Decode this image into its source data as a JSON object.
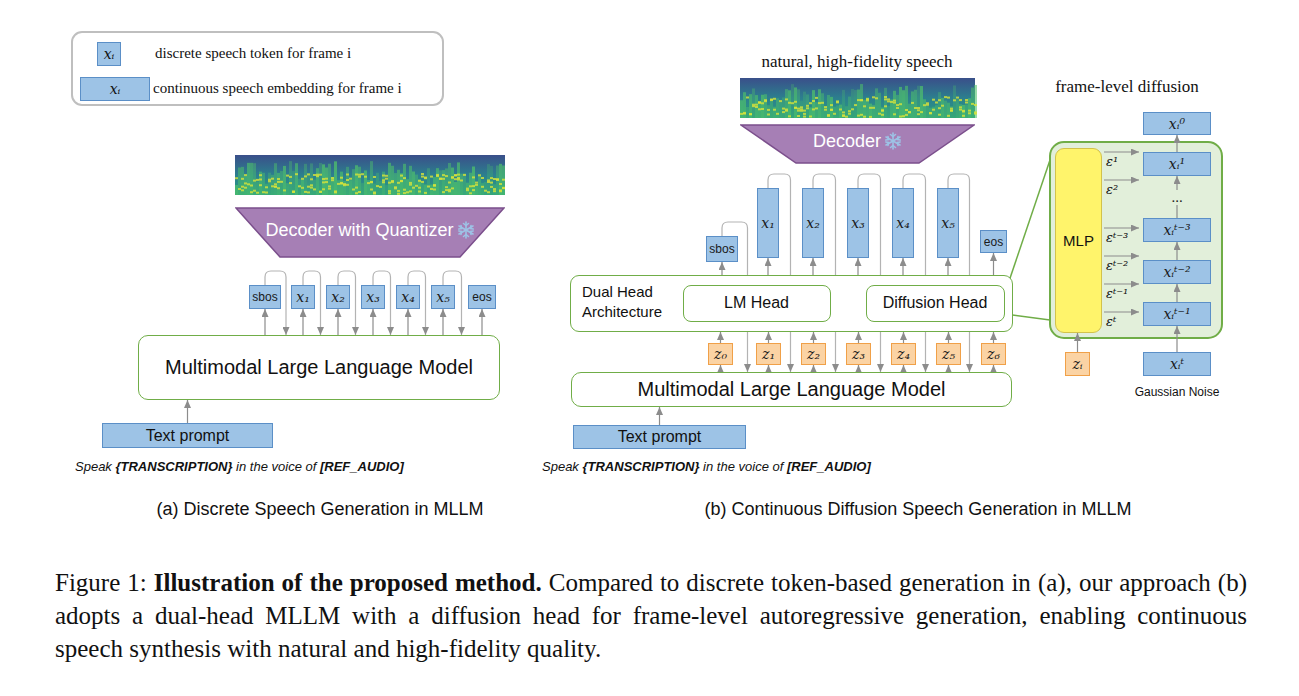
{
  "diagram": {
    "caption": "Figure 1: Illustration of the proposed method. Compared to discrete token-based generation in (a), our approach (b) adopts a dual-head MLLM with a diffusion head for frame-level autoregressive generation, enabling continuous speech synthesis with natural and high-fidelity quality.",
    "nodes": [
      {
        "text": [
          "Decoder with Quantizer"
        ]
      },
      {
        "text": [
          "sbos"
        ]
      },
      {
        "text": [
          "x₁"
        ]
      },
      {
        "text": [
          "x₂"
        ]
      },
      {
        "text": [
          "x₃"
        ]
      },
      {
        "text": [
          "x₄"
        ]
      },
      {
        "text": [
          "x₅"
        ]
      },
      {
        "text": [
          "eos"
        ]
      },
      {
        "text": [
          "Multimodal Large Language Model"
        ]
      },
      {
        "text": [
          "Text prompt"
        ]
      },
      {
        "text": [
          "Decoder"
        ]
      },
      {
        "text": [
          "sbos"
        ]
      },
      {
        "text": [
          "x₁"
        ]
      },
      {
        "text": [
          "x₂"
        ]
      },
      {
        "text": [
          "x₃"
        ]
      },
      {
        "text": [
          "x₄"
        ]
      },
      {
        "text": [
          "x₅"
        ]
      },
      {
        "text": [
          "eos"
        ]
      },
      {
        "text": [
          "Dual Head Architecture"
        ]
      },
      {
        "text": [
          "LM Head"
        ],
        "in": 18
      },
      {
        "text": [
          "Diffusion Head"
        ],
        "in": 18
      },
      {
        "text": [
          "z₀"
        ]
      },
      {
        "text": [
          "z₁"
        ]
      },
      {
        "text": [
          "z₂"
        ]
      },
      {
        "text": [
          "z₃"
        ]
      },
      {
        "text": [
          "z₄"
        ]
      },
      {
        "text": [
          "z₅"
        ]
      },
      {
        "text": [
          "z₆"
        ]
      },
      {
        "text": [
          "Multimodal Large Language Model"
        ]
      },
      {
        "text": [
          "Text prompt"
        ]
      },
      {
        "text": [
          "xᵢ⁰"
        ]
      },
      {
        "text": [
          "xᵢ¹"
        ]
      },
      {
        "text": [
          "xᵢᵗ⁻³"
        ]
      },
      {
        "text": [
          "xᵢᵗ⁻²"
        ]
      },
      {
        "text": [
          "xᵢᵗ⁻¹"
        ]
      },
      {
        "text": [
          "xᵢᵗ"
        ]
      },
      {
        "text": [
          "MLP"
        ]
      },
      {
        "text": [
          "zᵢ"
        ]
      }
    ],
    "edges": [
      {
        "from": 9,
        "to": 8,
        "arrow": "to"
      },
      {
        "from": 8,
        "to": 1,
        "arrow": "to"
      },
      {
        "from": 8,
        "to": 2,
        "arrow": "to"
      },
      {
        "from": 8,
        "to": 3,
        "arrow": "to"
      },
      {
        "from": 8,
        "to": 4,
        "arrow": "to"
      },
      {
        "from": 8,
        "to": 5,
        "arrow": "to"
      },
      {
        "from": 8,
        "to": 6,
        "arrow": "to"
      },
      {
        "from": 8,
        "to": 7,
        "arrow": "to"
      },
      {
        "from": 1,
        "to": 8,
        "arrow": "to"
      },
      {
        "from": 2,
        "to": 8,
        "arrow": "to"
      },
      {
        "from": 3,
        "to": 8,
        "arrow": "to"
      },
      {
        "from": 4,
        "to": 8,
        "arrow": "to"
      },
      {
        "from": 5,
        "to": 8,
        "arrow": "to"
      },
      {
        "from": 6,
        "to": 8,
        "arrow": "to"
      },
      {
        "from": 29,
        "to": 28,
        "arrow": "to"
      },
      {
        "from": 28,
        "to": 21,
        "arrow": "to"
      },
      {
        "from": 28,
        "to": 22,
        "arrow": "to"
      },
      {
        "from": 28,
        "to": 23,
        "arrow": "to"
      },
      {
        "from": 28,
        "to": 24,
        "arrow": "to"
      },
      {
        "from": 28,
        "to": 25,
        "arrow": "to"
      },
      {
        "from": 28,
        "to": 26,
        "arrow": "to"
      },
      {
        "from": 28,
        "to": 27,
        "arrow": "to"
      },
      {
        "from": 21,
        "to": 18,
        "arrow": "to"
      },
      {
        "from": 22,
        "to": 18,
        "arrow": "to"
      },
      {
        "from": 23,
        "to": 18,
        "arrow": "to"
      },
      {
        "from": 24,
        "to": 18,
        "arrow": "to"
      },
      {
        "from": 25,
        "to": 18,
        "arrow": "to"
      },
      {
        "from": 26,
        "to": 18,
        "arrow": "to"
      },
      {
        "from": 27,
        "to": 18,
        "arrow": "to"
      },
      {
        "from": 18,
        "to": 11,
        "arrow": "to"
      },
      {
        "from": 18,
        "to": 12,
        "arrow": "to"
      },
      {
        "from": 18,
        "to": 13,
        "arrow": "to"
      },
      {
        "from": 18,
        "to": 14,
        "arrow": "to"
      },
      {
        "from": 18,
        "to": 15,
        "arrow": "to"
      },
      {
        "from": 18,
        "to": 16,
        "arrow": "to"
      },
      {
        "from": 18,
        "to": 17,
        "arrow": "to"
      },
      {
        "from": 11,
        "to": 28,
        "arrow": "to"
      },
      {
        "from": 12,
        "to": 28,
        "arrow": "to"
      },
      {
        "from": 13,
        "to": 28,
        "arrow": "to"
      },
      {
        "from": 14,
        "to": 28,
        "arrow": "to"
      },
      {
        "from": 15,
        "to": 28,
        "arrow": "to"
      },
      {
        "from": 16,
        "to": 28,
        "arrow": "to"
      },
      {
        "from": 37,
        "to": 36,
        "arrow": "to"
      },
      {
        "from": 35,
        "to": 34,
        "arrow": "to"
      },
      {
        "from": 34,
        "to": 33,
        "arrow": "to"
      },
      {
        "from": 33,
        "to": 32,
        "arrow": "to"
      },
      {
        "from": 32,
        "to": 31,
        "arrow": "to",
        "label": "..."
      },
      {
        "from": 31,
        "to": 30,
        "arrow": "to"
      }
    ],
    "labels": [
      "xᵢ",
      "xᵢ",
      "Speak {TRANSCRIPTION} in the voice of [REF_AUDIO]",
      "(a) Discrete Speech Generation in MLLM",
      "natural, high-fidelity speech",
      "frame-level diffusion",
      "ε¹",
      "ε²",
      "εᵗ⁻³",
      "εᵗ⁻²",
      "εᵗ⁻¹",
      "εᵗ",
      "Gaussian Noise",
      "Speak {TRANSCRIPTION} in the voice of [REF_AUDIO]",
      "(b) Continuous Diffusion Speech Generation in MLLM"
    ],
    "legend": [
      {
        "text": "discrete speech token for frame i",
        "color": "#9dc3e6"
      },
      {
        "text": "continuous speech embedding for frame i",
        "color": "#9dc3e6"
      }
    ]
  }
}
